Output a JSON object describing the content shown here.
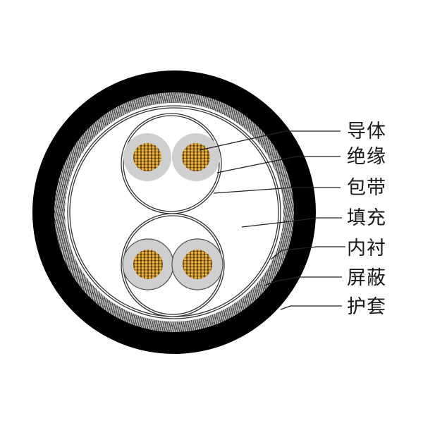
{
  "diagram": {
    "type": "cable cross-section",
    "colors": {
      "sheath": "#000000",
      "braid_fill": "#bdbdbd",
      "braid_pattern": "#3a3a3a",
      "insulation": "#cfcfcf",
      "conductor": "#e8b23a",
      "conductor_strand_outline": "#5a3e10",
      "tape_line": "#333333",
      "filler": "#ffffff"
    },
    "layers": [
      {
        "id": "conductor",
        "label": "导体"
      },
      {
        "id": "insulation",
        "label": "绝缘"
      },
      {
        "id": "tape",
        "label": "包带"
      },
      {
        "id": "filler",
        "label": "填充"
      },
      {
        "id": "inner-lining",
        "label": "内衬"
      },
      {
        "id": "shield",
        "label": "屏蔽"
      },
      {
        "id": "sheath",
        "label": "护套"
      }
    ]
  }
}
